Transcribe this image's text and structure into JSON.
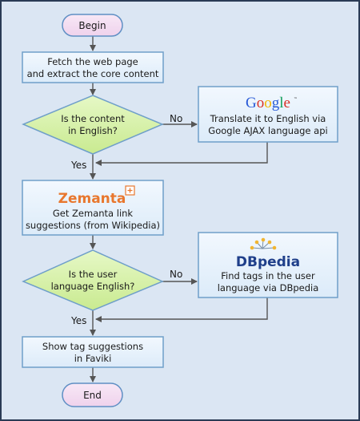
{
  "nodes": {
    "begin": "Begin",
    "fetch": [
      "Fetch the web page",
      "and extract the core content"
    ],
    "decision_english": [
      "Is the content",
      "in English?"
    ],
    "translate": [
      "Translate it to English via",
      "Google AJAX language api"
    ],
    "zemanta": [
      "Get Zemanta link",
      "suggestions (from Wikipedia)"
    ],
    "decision_user_lang": [
      "Is the user",
      "language English?"
    ],
    "dbpedia": [
      "Find tags in the user",
      "language via DBpedia"
    ],
    "show": [
      "Show tag suggestions",
      "in Faviki"
    ],
    "end": "End"
  },
  "edge_labels": {
    "no_1": "No",
    "yes_1": "Yes",
    "no_2": "No",
    "yes_2": "Yes"
  },
  "logos": {
    "google": "Google",
    "zemanta": "Zemanta",
    "dbpedia": "DBpedia"
  },
  "colors": {
    "panel_bg": "#dbe6f3",
    "frame": "#2a3b55",
    "box_fill": "#e6f1fb",
    "box_stroke": "#6f9fc9",
    "terminal_fill": "#f3ddf1",
    "terminal_stroke": "#5f8fc4",
    "decision_fill": "#d6f1a8",
    "decision_stroke": "#6f9fc9",
    "arrow": "#555555"
  }
}
